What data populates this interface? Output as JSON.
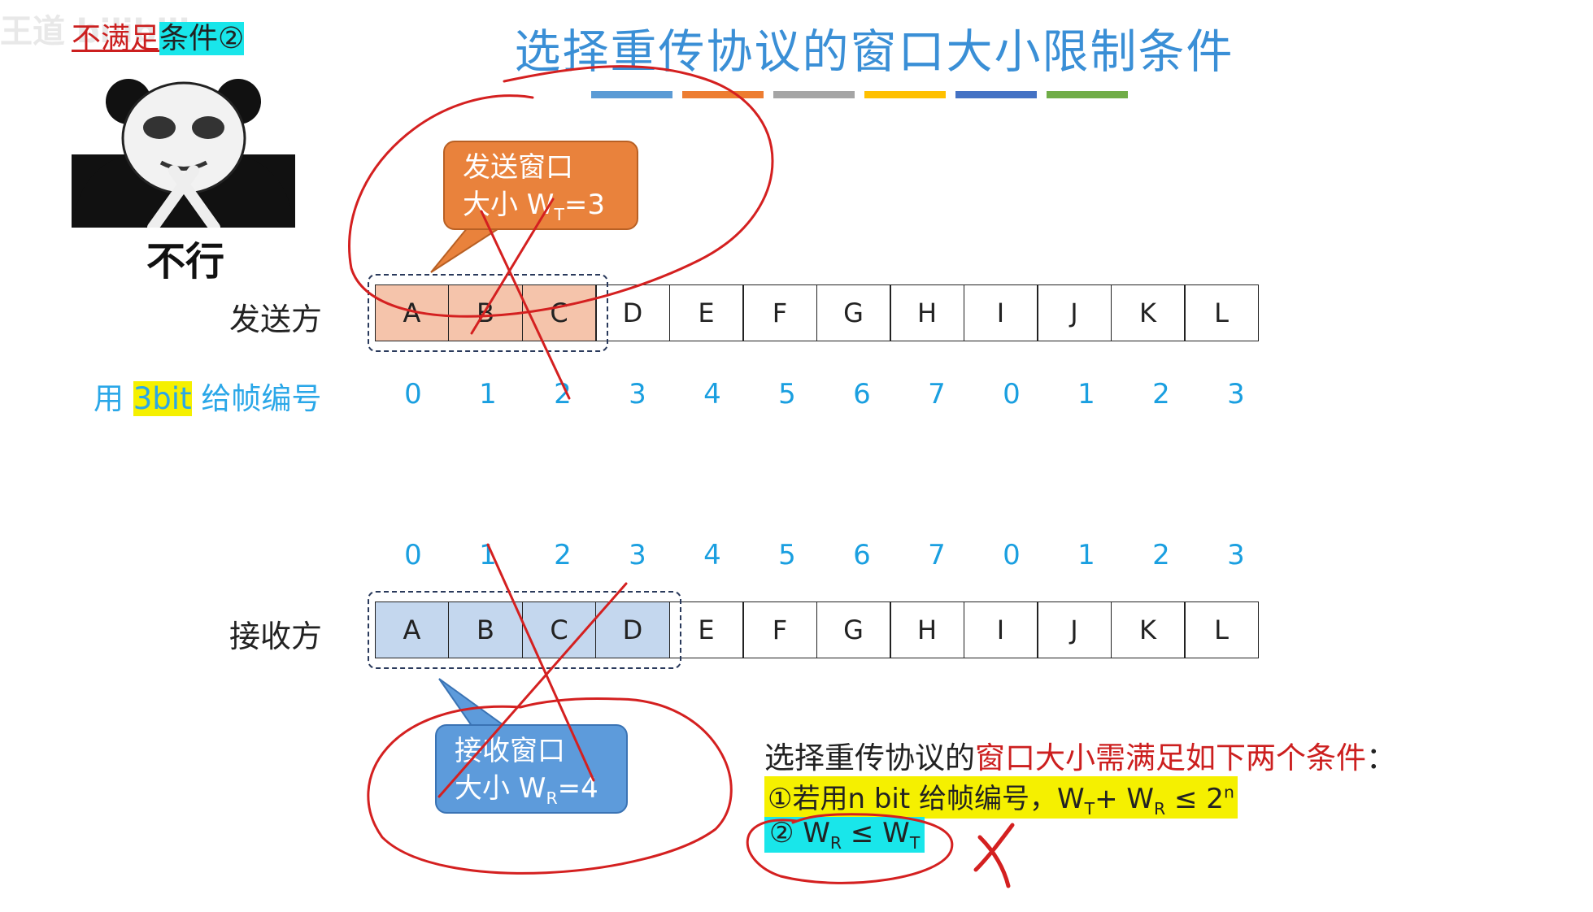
{
  "title": "选择重传协议的窗口大小限制条件",
  "condition_tag": {
    "negation": "不满足",
    "condition": "条件②"
  },
  "watermark": "王道 bilibili",
  "meme": {
    "caption": "不行"
  },
  "colors": {
    "bars": [
      "#5b9bd5",
      "#ed7d31",
      "#a5a5a5",
      "#ffc000",
      "#4472c4",
      "#70ad47"
    ],
    "sender_window": "#f5c4ab",
    "receiver_window": "#c4d7ee",
    "annotation": "#d42020"
  },
  "sender": {
    "label": "发送方",
    "frames": [
      "A",
      "B",
      "C",
      "D",
      "E",
      "F",
      "G",
      "H",
      "I",
      "J",
      "K",
      "L"
    ],
    "seq": [
      "0",
      "1",
      "2",
      "3",
      "4",
      "5",
      "6",
      "7",
      "0",
      "1",
      "2",
      "3"
    ],
    "window_size": 3,
    "bubble": {
      "line1": "发送窗口",
      "line2": "大小 W",
      "sub": "T",
      "eq": "=3"
    }
  },
  "bit_note": {
    "prefix": "用 ",
    "highlight": "3bit",
    "suffix": " 给帧编号"
  },
  "receiver": {
    "label": "接收方",
    "frames": [
      "A",
      "B",
      "C",
      "D",
      "E",
      "F",
      "G",
      "H",
      "I",
      "J",
      "K",
      "L"
    ],
    "seq": [
      "0",
      "1",
      "2",
      "3",
      "4",
      "5",
      "6",
      "7",
      "0",
      "1",
      "2",
      "3"
    ],
    "window_size": 4,
    "bubble": {
      "line1": "接收窗口",
      "line2": "大小 W",
      "sub": "R",
      "eq": "=4"
    }
  },
  "summary": {
    "title_black": "选择重传协议的",
    "title_red": "窗口大小需满足如下两个条件",
    "title_end": "：",
    "cond1": {
      "prefix": "①若用n bit 给帧编号，W",
      "sub1": "T",
      "mid": "+ W",
      "sub2": "R",
      "ineq": " ≤ 2",
      "sup": "n"
    },
    "cond2": {
      "prefix": "② W",
      "sub1": "R",
      "ineq": " ≤  W",
      "sub2": "T"
    }
  }
}
